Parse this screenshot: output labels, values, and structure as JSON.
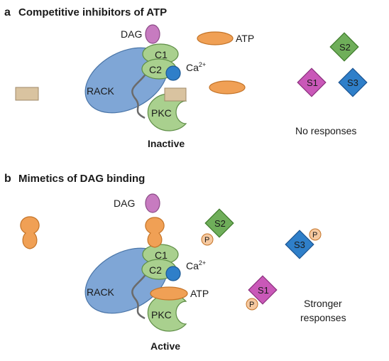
{
  "panel_a": {
    "letter": "a",
    "title": "Competitive inhibitors of ATP",
    "labels": {
      "dag": "DAG",
      "atp": "ATP",
      "c1": "C1",
      "c2": "C2",
      "ca": "Ca",
      "ca_sup": "2+",
      "rack": "RACK",
      "pkc": "PKC",
      "state": "Inactive"
    },
    "substrates": [
      "S1",
      "S2",
      "S3"
    ],
    "response": "No responses"
  },
  "panel_b": {
    "letter": "b",
    "title": "Mimetics of DAG binding",
    "labels": {
      "dag": "DAG",
      "atp": "ATP",
      "c1": "C1",
      "c2": "C2",
      "ca": "Ca",
      "ca_sup": "2+",
      "rack": "RACK",
      "pkc": "PKC",
      "state": "Active"
    },
    "substrates": [
      "S1",
      "S2",
      "S3"
    ],
    "phospho": "P",
    "response_line1": "Stronger",
    "response_line2": "responses"
  },
  "colors": {
    "rack_blue": "#7fa6d6",
    "pkc_green": "#a9d08e",
    "dag_purple": "#c77bc0",
    "atp_orange": "#f0a055",
    "ca_blue": "#2f7fc9",
    "inhibitor_tan": "#d9c3a0",
    "s1_magenta": "#c958b8",
    "s2_green": "#6fae5a",
    "s3_blue": "#2f7fc9"
  }
}
